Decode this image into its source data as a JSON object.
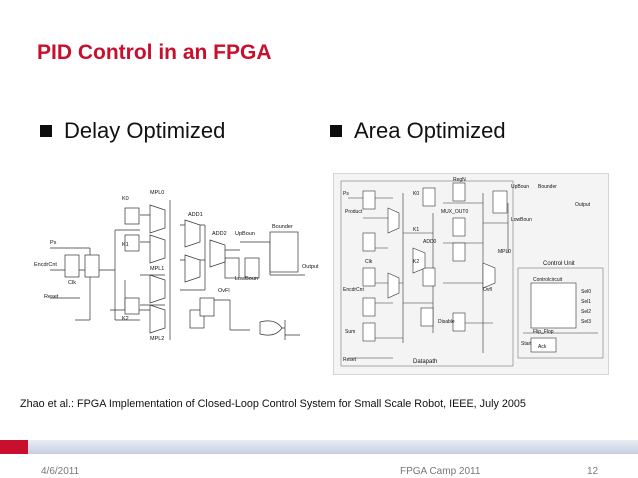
{
  "slide": {
    "title": "PID Control in an FPGA",
    "bullets": [
      "Delay Optimized",
      "Area Optimized"
    ],
    "citation": "Zhao et al.: FPGA Implementation of Closed-Loop Control System for Small Scale Robot, IEEE, July 2005",
    "footer": {
      "date": "4/6/2011",
      "event": "FPGA Camp 2011",
      "page": "12"
    }
  },
  "diagrams": {
    "left": {
      "labels": [
        "K0",
        "K1",
        "K2",
        "Ps",
        "EncdrCnt",
        "Reset",
        "Clk",
        "MPL0",
        "MPL1",
        "MPL2",
        "ADD1",
        "ADD2",
        "UpBoun",
        "LowBoun",
        "Bounder",
        "Output",
        "OvFl"
      ]
    },
    "right": {
      "labels": [
        "Ps",
        "Product",
        "K0",
        "K1",
        "K2",
        "EncdrCnt",
        "Clk",
        "Sum",
        "Reset",
        "UpBoun",
        "LowBoun",
        "Bounder",
        "Output",
        "MPL0",
        "Control Unit",
        "Controlcircuit",
        "Sel0",
        "Sel1",
        "Sel2",
        "Sel3",
        "Start",
        "Datapath",
        "Disable",
        "MUX_OUT0",
        "ADD0",
        "Flip_Flop",
        "Ack",
        "RegN",
        "Ovfl"
      ]
    }
  },
  "colors": {
    "title": "#c8102e",
    "footer_accent": "#c8102e",
    "footer_bar": "#c6cfe0"
  }
}
